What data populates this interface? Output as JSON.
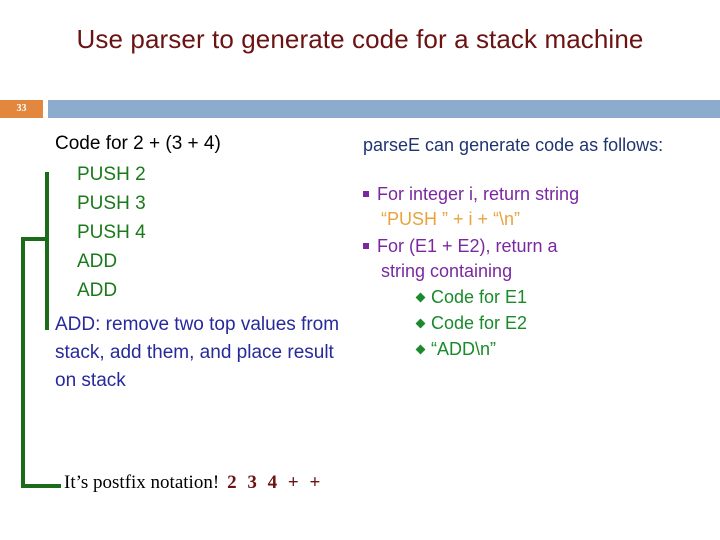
{
  "slide": {
    "title": "Use parser to generate code for a stack machine",
    "page_number": "33",
    "accent_orange": "#e3873f",
    "accent_blue_bar": "#8cabcd",
    "title_color": "#6b1212"
  },
  "left": {
    "code_heading": "Code for 2 + (3 + 4)",
    "code_lines": [
      "PUSH 2",
      "PUSH 3",
      "PUSH 4",
      "ADD",
      "ADD"
    ],
    "code_color": "#1a7a1a",
    "add_description": "ADD: remove two top values from stack, add them, and place result on stack",
    "add_description_color": "#27299c"
  },
  "bottom": {
    "postfix_label": "It’s postfix notation!",
    "postfix_tokens": "2  3  4  +  +",
    "postfix_token_color": "#6b1212"
  },
  "right": {
    "intro": "parseE can generate code as follows:",
    "intro_color": "#1f3570",
    "bullets": [
      {
        "text": "For integer i, return string",
        "sub": "“PUSH ” + i + “\\n”",
        "sub_color": "#e8a33d",
        "children": []
      },
      {
        "text": "For (E1 + E2), return a",
        "sub": "string containing",
        "sub_color": "#7b28a0",
        "children": [
          "Code for E1",
          "Code for E2",
          "“ADD\\n”"
        ]
      }
    ],
    "bullet_color": "#7b28a0",
    "child_bullet_color": "#1a8a2a"
  },
  "bracket": {
    "color": "#1b6b1b",
    "name": "green-connector-bracket"
  }
}
